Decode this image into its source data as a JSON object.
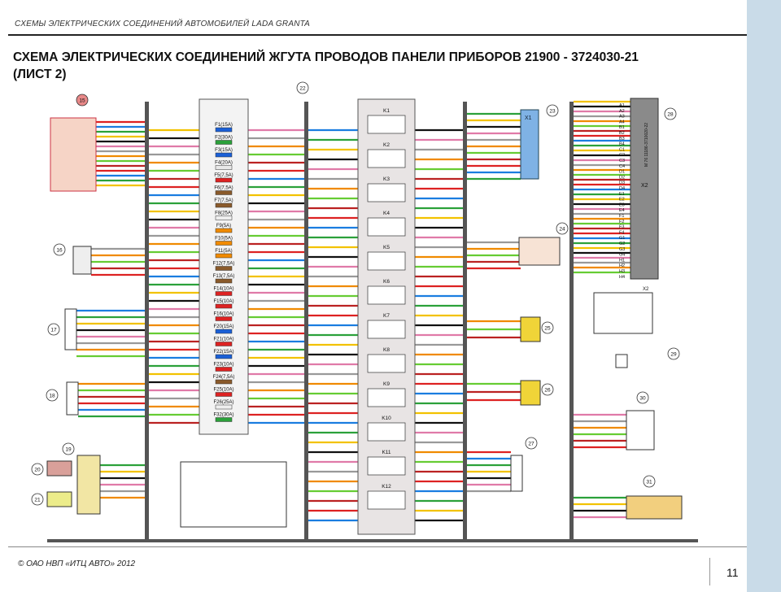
{
  "header": {
    "series_title": "СХЕМЫ ЭЛЕКТРИЧЕСКИХ СОЕДИНЕНИЙ АВТОМОБИЛЕЙ LADA GRANTA"
  },
  "title": {
    "line1": "СХЕМА ЭЛЕКТРИЧЕСКИХ СОЕДИНЕНИЙ ЖГУТА ПРОВОДОВ ПАНЕЛИ ПРИБОРОВ 21900 - 3724030-21",
    "line2": "(ЛИСТ 2)"
  },
  "footer": {
    "copyright": "©    ОАО НВП «ИТЦ АВТО»     2012",
    "page": "11"
  },
  "callouts": [
    "15",
    "16",
    "17",
    "18",
    "19",
    "20",
    "21",
    "22",
    "23",
    "24",
    "25",
    "26",
    "27",
    "28",
    "29",
    "30",
    "31"
  ],
  "fuses": [
    "F1(15A)",
    "F2(30A)",
    "F3(15A)",
    "F4(20A)",
    "F5(7,5A)",
    "F6(7,5A)",
    "F7(7,5A)",
    "F8(25A)",
    "F9(5A)",
    "F10(5A)",
    "F11(5A)",
    "F12(7,5A)",
    "F13(7,5A)",
    "F14(10A)",
    "F15(10A)",
    "F16(10A)",
    "F20(15A)",
    "F21(10A)",
    "F22(15A)",
    "F23(10A)",
    "F24(7,5A)",
    "F25(10A)",
    "F26(25A)",
    "F32(30A)"
  ],
  "relays": [
    "K1",
    "K2",
    "K3",
    "K4",
    "K5",
    "K6",
    "K7",
    "K8",
    "K9",
    "K10",
    "K11",
    "K12"
  ],
  "x2_pins": [
    "A1",
    "A2",
    "A3",
    "A4",
    "B1",
    "B2",
    "B3",
    "B4",
    "C1",
    "C2",
    "C3",
    "C4",
    "D1",
    "D2",
    "D3",
    "D4",
    "E1",
    "E2",
    "E3",
    "E4",
    "F1",
    "F2",
    "F3",
    "F4",
    "G1",
    "G2",
    "G3",
    "G4",
    "H1",
    "H2",
    "H3",
    "H4"
  ],
  "labels": {
    "x1": "X1",
    "x2": "X2",
    "x2_block": "X2",
    "module_code": "M 76 11186-3710020-22"
  },
  "colors": {
    "frame": "#555555",
    "relay_block": "#e8e4e4",
    "connector_block": "#8a8a8a",
    "right_strip": "#c9dbe8",
    "x1_block": "#7fb2e5",
    "accent": "#d2362f"
  }
}
